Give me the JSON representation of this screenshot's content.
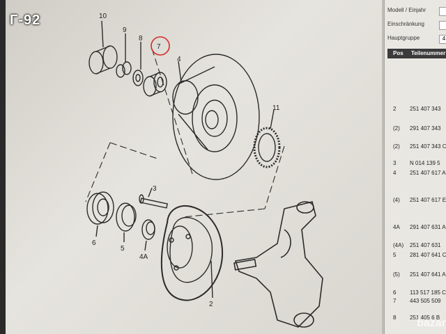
{
  "badge": {
    "title": "Г-92"
  },
  "form": {
    "model_label": "Modell / Einjahr",
    "restriction_label": "Einschränkung",
    "group_label": "Hauptgruppe",
    "group_value": "4"
  },
  "table": {
    "col_pos": "Pos",
    "col_part": "Teilenummer",
    "rows": [
      {
        "pos": "2",
        "part": "251 407 343"
      },
      {
        "pos": "(2)",
        "part": "291 407 343"
      },
      {
        "pos": "(2)",
        "part": "251 407 343 C"
      },
      {
        "pos": "3",
        "part": "N  014 139 5"
      },
      {
        "pos": "4",
        "part": "251 407 617 A"
      },
      {
        "pos": "(4)",
        "part": "251 407 617 E"
      },
      {
        "pos": "4A",
        "part": "291 407 631 A"
      },
      {
        "pos": "(4A)",
        "part": "251 407 631"
      },
      {
        "pos": "5",
        "part": "281 407 641 C"
      },
      {
        "pos": "(5)",
        "part": "251 407 641 A"
      },
      {
        "pos": "6",
        "part": "113 517 185 C"
      },
      {
        "pos": "7",
        "part": "443 505 509"
      },
      {
        "pos": "8",
        "part": "251 405 6 B"
      }
    ]
  },
  "diagram": {
    "labels": {
      "p10": "10",
      "p9": "9",
      "p8": "8",
      "p7": "7",
      "p4": "4",
      "p11": "11",
      "p3": "3",
      "p6": "6",
      "p5": "5",
      "p4a": "4A",
      "p2": "2"
    }
  },
  "watermark": "bazar"
}
